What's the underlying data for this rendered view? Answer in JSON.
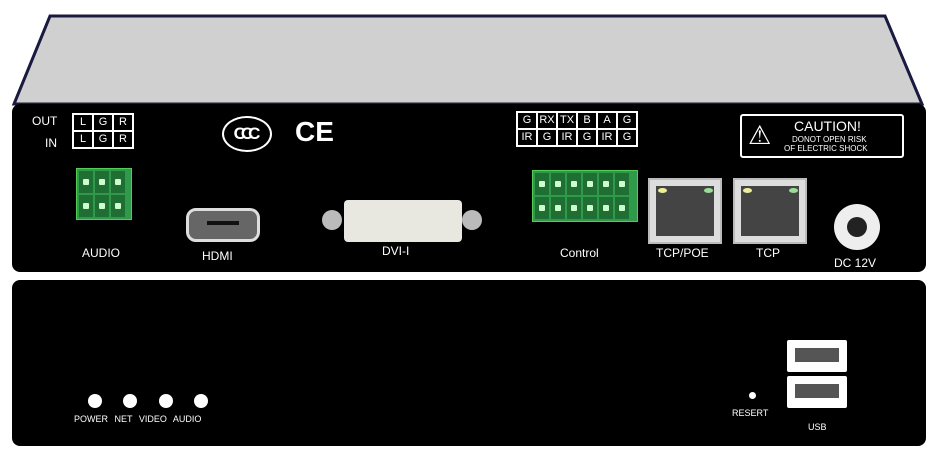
{
  "rear_panel": {
    "audio_grid": {
      "row_labels": [
        "OUT",
        "IN"
      ],
      "rows": [
        [
          "L",
          "G",
          "R"
        ],
        [
          "L",
          "G",
          "R"
        ]
      ]
    },
    "certifications": {
      "ccc": "CCC",
      "ce": "CE"
    },
    "control_grid": {
      "rows": [
        [
          "G",
          "RX",
          "TX",
          "B",
          "A",
          "G"
        ],
        [
          "IR",
          "G",
          "IR",
          "G",
          "IR",
          "G"
        ]
      ]
    },
    "caution": {
      "title": "CAUTION!",
      "line1": "DONOT OPEN RISK",
      "line2": "OF ELECTRIC SHOCK"
    },
    "ports": {
      "audio": "AUDIO",
      "hdmi": "HDMI",
      "dvi": "DVI-I",
      "control": "Control",
      "tcp_poe": "TCP/POE",
      "tcp": "TCP",
      "dc": "DC 12V"
    }
  },
  "front_panel": {
    "leds": [
      "POWER",
      "NET",
      "VIDEO",
      "AUDIO"
    ],
    "reset": "RESERT",
    "usb": "USB"
  }
}
